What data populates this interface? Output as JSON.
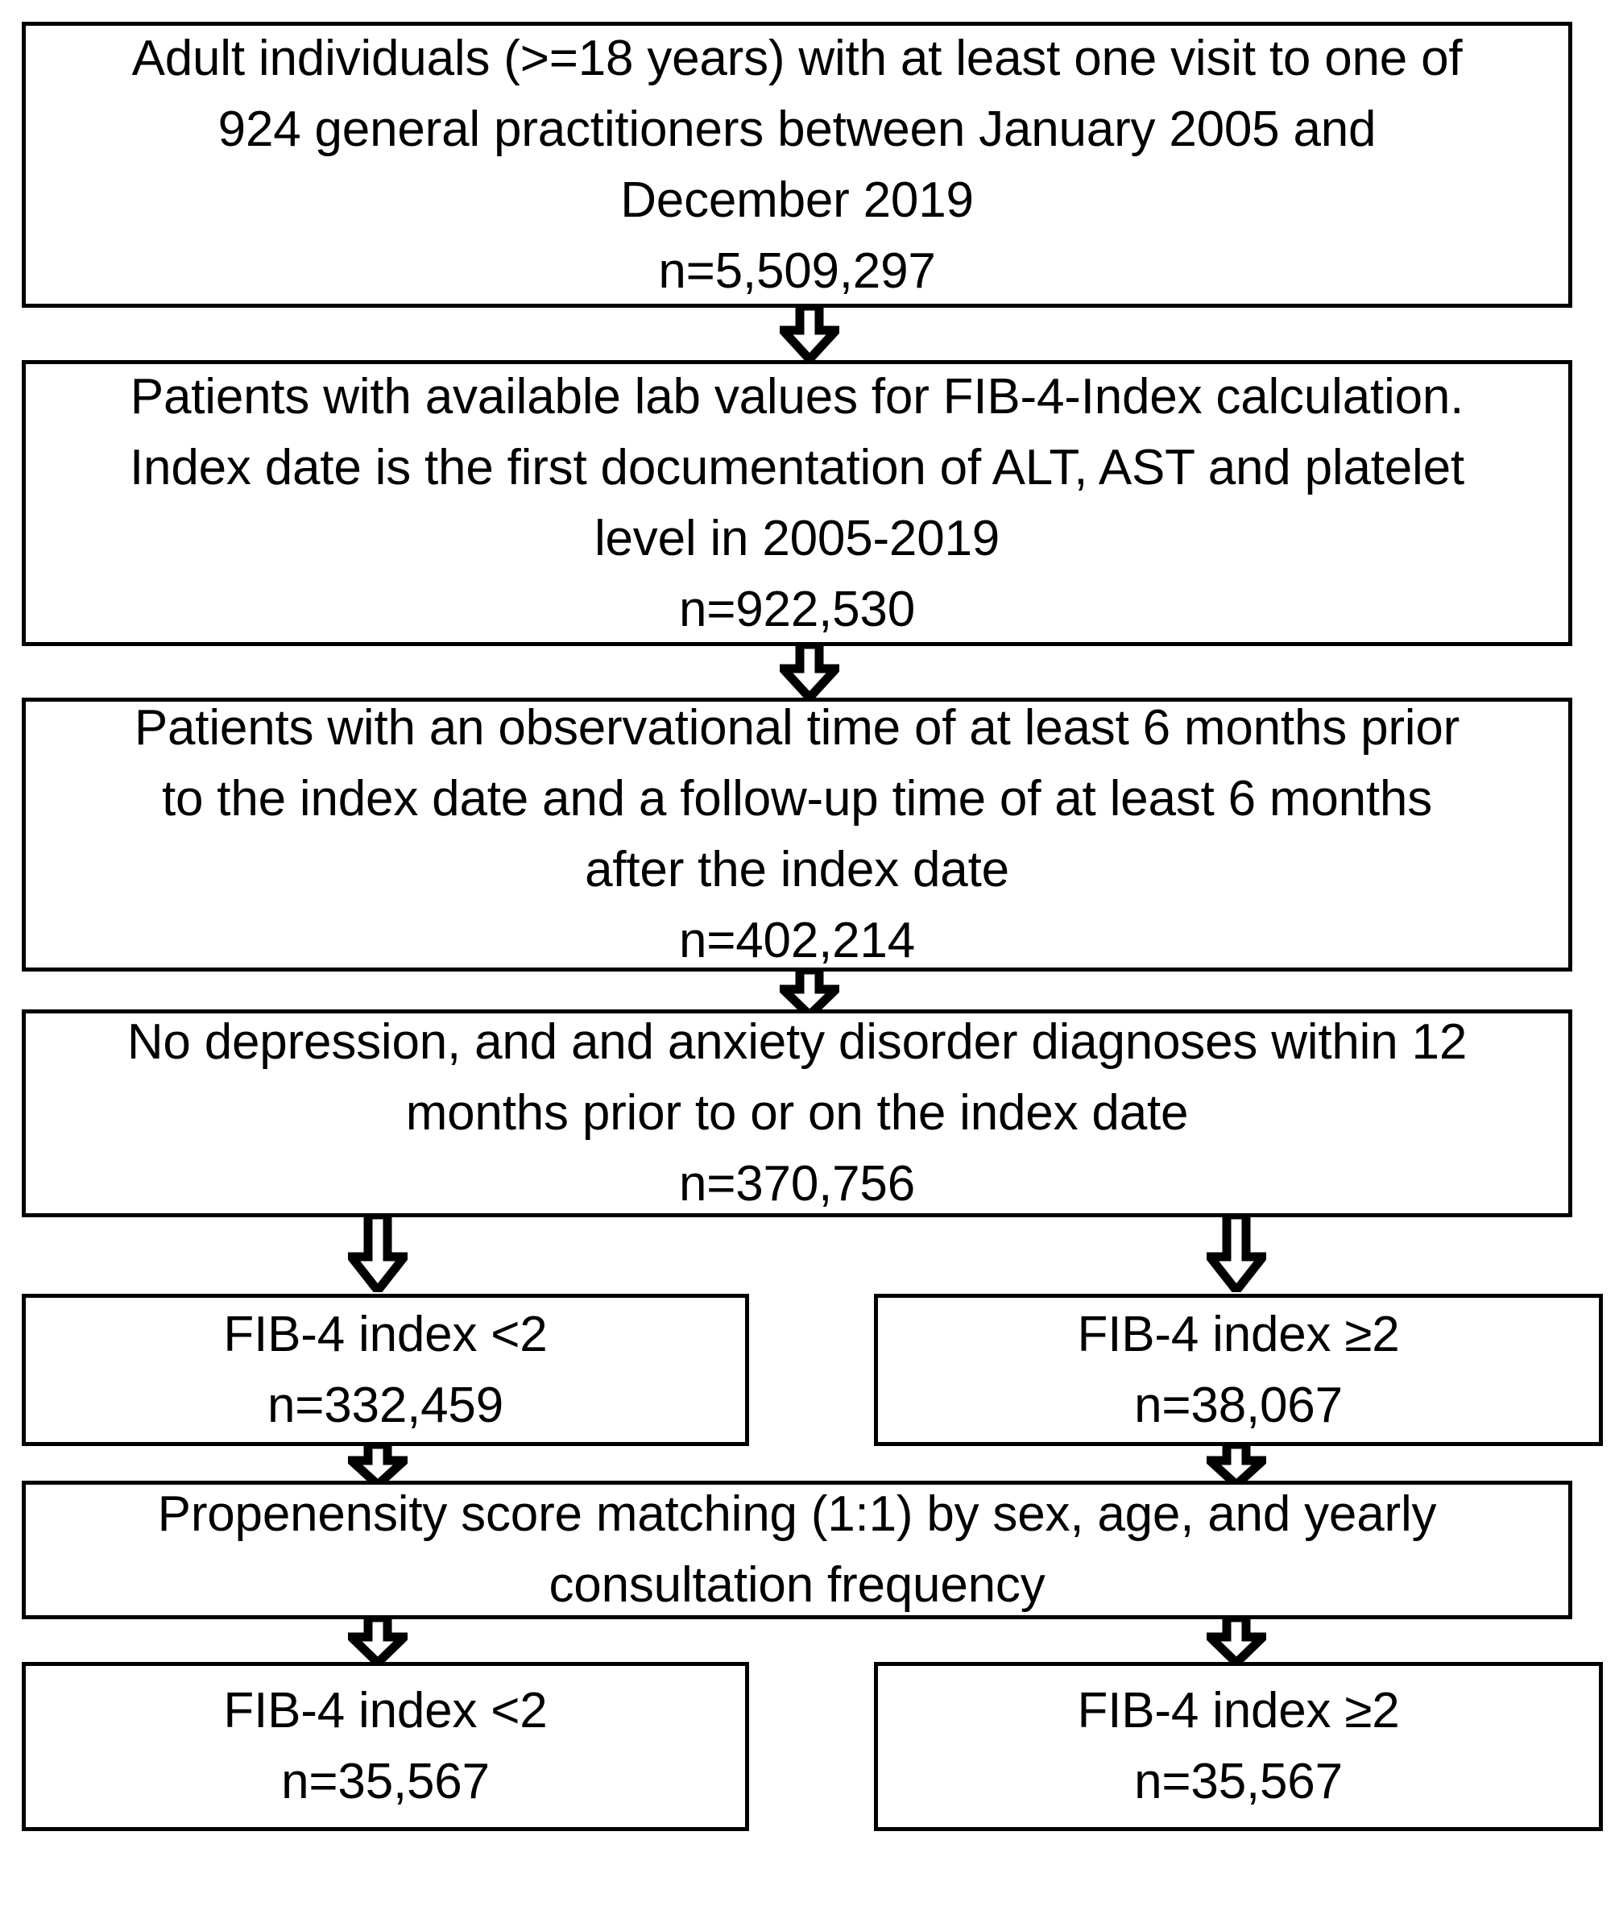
{
  "figure": {
    "type": "flowchart",
    "description": "Patient selection flow diagram (STROBE-style) for a FIB-4 index cohort study",
    "colors": {
      "background": "#ffffff",
      "box_border": "#000000",
      "box_fill": "#ffffff",
      "text": "#000000",
      "arrow_outline": "#000000",
      "arrow_fill": "#ffffff"
    }
  },
  "nodes": [
    {
      "id": "node-cohort-source",
      "lines": [
        "Adult individuals (>=18 years) with at least one visit to one of",
        "924 general practitioners between January 2005 and",
        "December 2019",
        "n=5,509,297"
      ],
      "count_label": "n=5,509,297",
      "count_value": 5509297
    },
    {
      "id": "node-lab-values",
      "lines": [
        "Patients with available lab values for FIB-4-Index calculation.",
        "Index date is the first documentation of ALT, AST and platelet",
        "level in 2005-2019",
        "n=922,530"
      ],
      "count_label": "n=922,530",
      "count_value": 922530
    },
    {
      "id": "node-observation-window",
      "lines": [
        "Patients with an observational time of at least 6 months prior",
        "to the index date and a follow-up time of at least 6 months",
        "after the index date",
        "n=402,214"
      ],
      "count_label": "n=402,214",
      "count_value": 402214
    },
    {
      "id": "node-no-depression-anxiety",
      "lines": [
        "No depression, and and anxiety disorder diagnoses within 12",
        "months prior to or on the index date",
        "n=370,756"
      ],
      "count_label": "n=370,756",
      "count_value": 370756
    },
    {
      "id": "node-fib4-low-unmatched",
      "lines": [
        "FIB-4 index <2",
        "n=332,459"
      ],
      "count_label": "n=332,459",
      "count_value": 332459
    },
    {
      "id": "node-fib4-high-unmatched",
      "lines": [
        "FIB-4 index ≥2",
        "n=38,067"
      ],
      "count_label": "n=38,067",
      "count_value": 38067
    },
    {
      "id": "node-propensity-matching",
      "lines": [
        "Propenensity score matching (1:1) by sex, age, and yearly",
        "consultation frequency"
      ]
    },
    {
      "id": "node-fib4-low-matched",
      "lines": [
        "FIB-4 index <2",
        "n=35,567"
      ],
      "count_label": "n=35,567",
      "count_value": 35567
    },
    {
      "id": "node-fib4-high-matched",
      "lines": [
        "FIB-4 index ≥2",
        "n=35,567",
        ""
      ],
      "count_label": "n=35,567",
      "count_value": 35567
    }
  ],
  "arrows": [
    {
      "id": "arrow-1",
      "from": "node-cohort-source",
      "to": "node-lab-values",
      "direction": "down"
    },
    {
      "id": "arrow-2",
      "from": "node-lab-values",
      "to": "node-observation-window",
      "direction": "down"
    },
    {
      "id": "arrow-3",
      "from": "node-observation-window",
      "to": "node-no-depression-anxiety",
      "direction": "down"
    },
    {
      "id": "arrow-4-left",
      "from": "node-no-depression-anxiety",
      "to": "node-fib4-low-unmatched",
      "direction": "down"
    },
    {
      "id": "arrow-4-right",
      "from": "node-no-depression-anxiety",
      "to": "node-fib4-high-unmatched",
      "direction": "down"
    },
    {
      "id": "arrow-5-left",
      "from": "node-fib4-low-unmatched",
      "to": "node-propensity-matching",
      "direction": "down"
    },
    {
      "id": "arrow-5-right",
      "from": "node-fib4-high-unmatched",
      "to": "node-propensity-matching",
      "direction": "down"
    },
    {
      "id": "arrow-6-left",
      "from": "node-propensity-matching",
      "to": "node-fib4-low-matched",
      "direction": "down"
    },
    {
      "id": "arrow-6-right",
      "from": "node-propensity-matching",
      "to": "node-fib4-high-matched",
      "direction": "down"
    }
  ]
}
